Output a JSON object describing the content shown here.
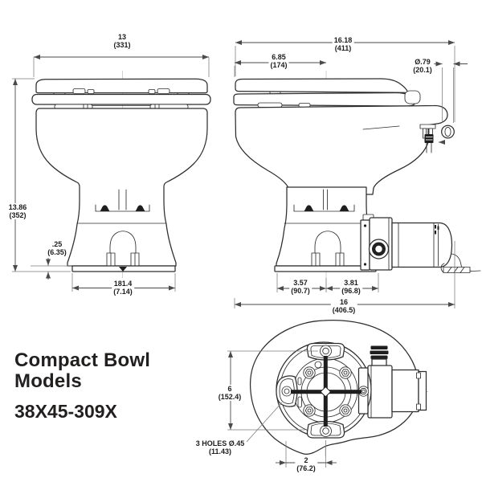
{
  "title": {
    "heading": "Compact Bowl\nModels",
    "model": "38X45-309X"
  },
  "dimensions": {
    "front_width": "13\n(331)",
    "front_height": "13.86\n(352)",
    "front_flange_thickness": ".25\n(6.35)",
    "front_base_width": "181.4\n(7.14)",
    "side_overall_length": "16.18\n(411)",
    "side_front_to_centerline": "6.85\n(174)",
    "side_fitting_diameter": "Ø.79\n(20.1)",
    "side_centerline_to_front_base": "3.57\n(90.7)",
    "side_centerline_to_outlet": "3.81\n(96.8)",
    "side_overall_base_length": "16\n(406.5)",
    "bottom_hole_vertical_spacing": "6\n(152.4)",
    "bottom_mounting_holes_note": "3 HOLES Ø.45\n(11.43)",
    "bottom_hole_horizontal_spacing": "2\n(76.2)"
  },
  "colors": {
    "line": "#2f2d2d",
    "dimension": "#4a4a4a",
    "text": "#221f1f",
    "background": "#ffffff"
  }
}
